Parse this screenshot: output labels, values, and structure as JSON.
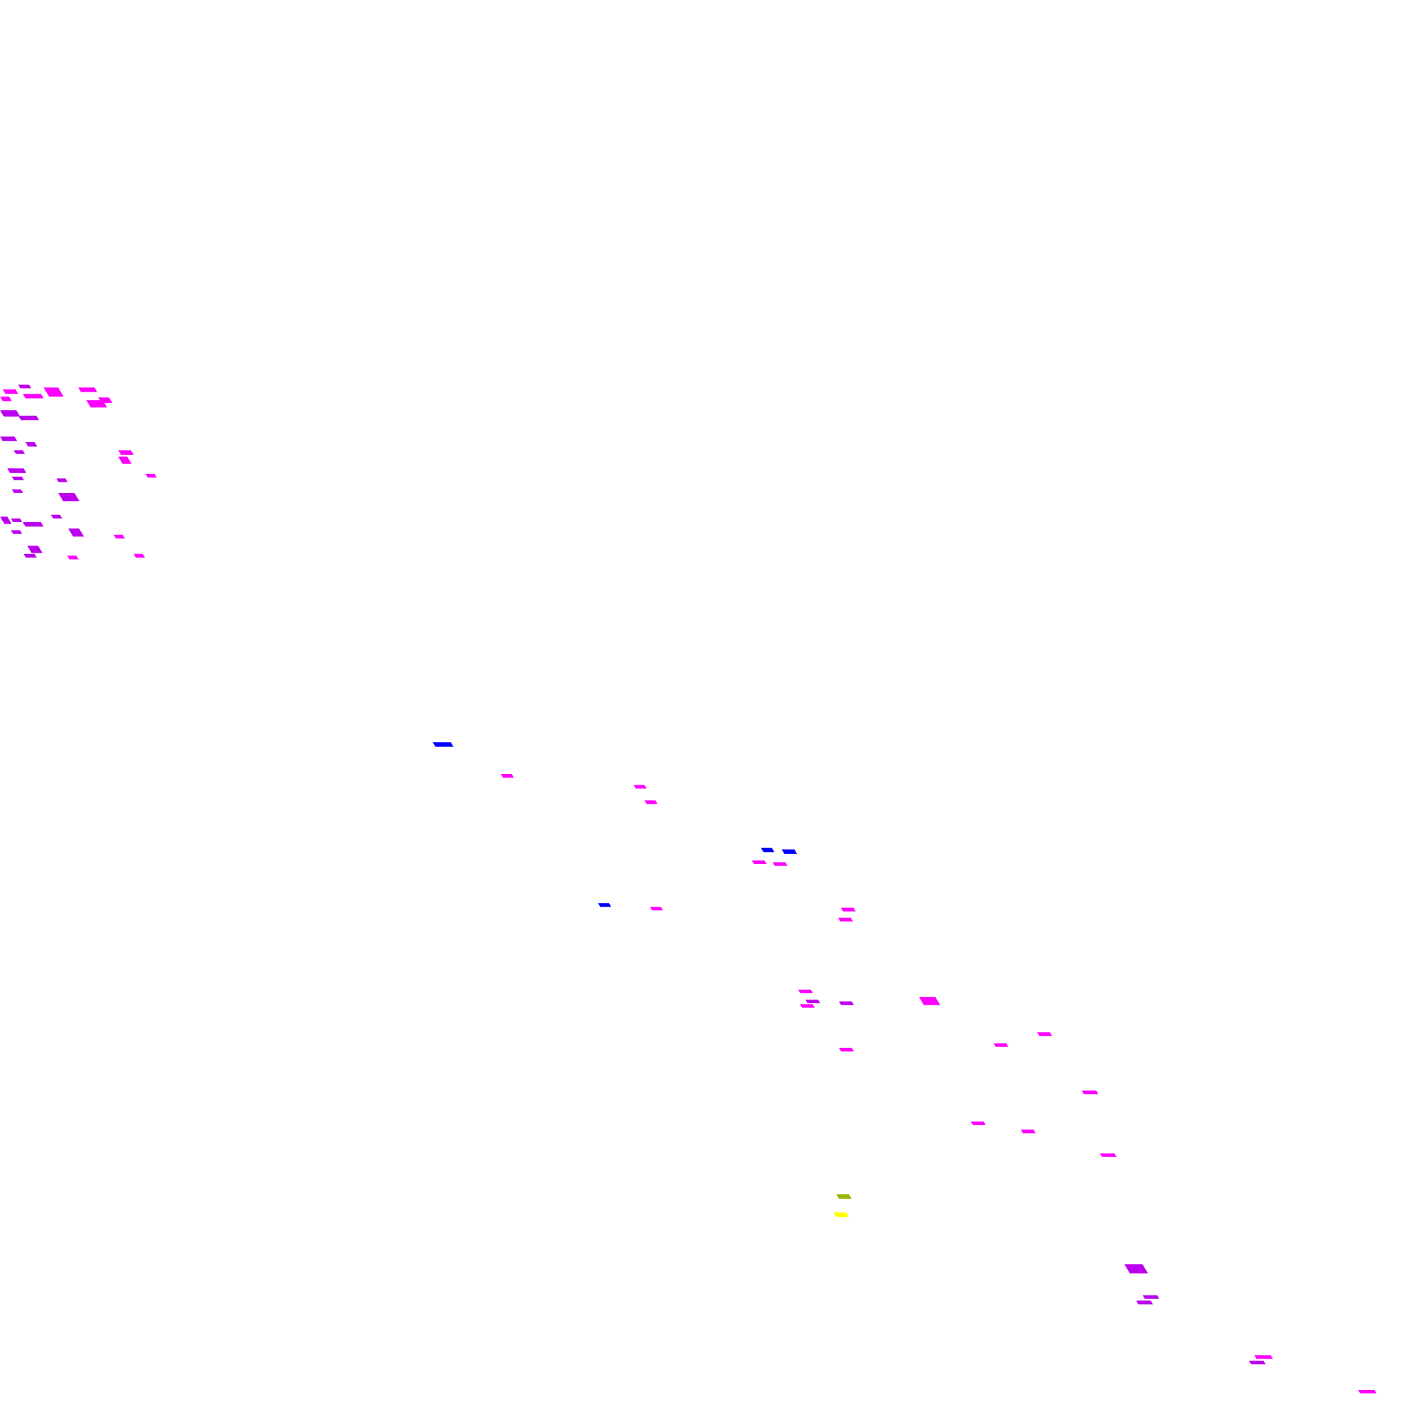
{
  "map": {
    "background": "#ffffff",
    "palette": {
      "magenta": "#ff00ff",
      "purple": "#bb00ee",
      "blue": "#0000ff",
      "olive": "#99bb00",
      "yellow": "#ffff00"
    },
    "feature_classes": [
      {
        "key": "magenta",
        "color": "#ff00ff"
      },
      {
        "key": "purple",
        "color": "#bb00ee"
      },
      {
        "key": "blue",
        "color": "#0000ff"
      },
      {
        "key": "olive",
        "color": "#99bb00"
      },
      {
        "key": "yellow",
        "color": "#ffff00"
      }
    ]
  }
}
